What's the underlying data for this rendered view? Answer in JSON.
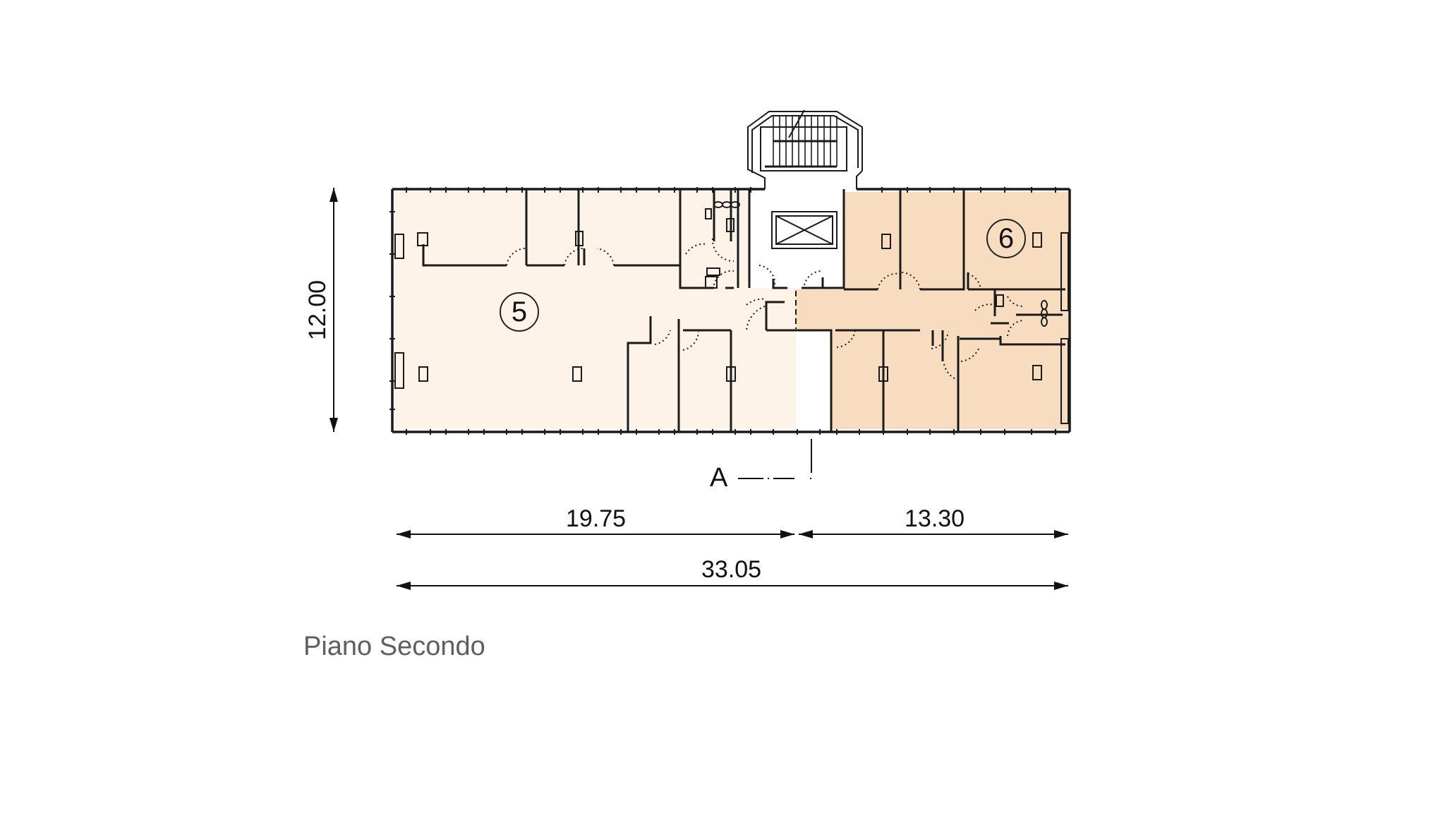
{
  "drawing": {
    "caption": "Piano Secondo",
    "units": [
      {
        "id": "unit-5",
        "label": "5",
        "fill": "#fdf3e8"
      },
      {
        "id": "unit-6",
        "label": "6",
        "fill": "#f8dcc0"
      }
    ],
    "dimensions": {
      "height": "12.00",
      "left_width": "19.75",
      "right_width": "13.30",
      "total_width": "33.05"
    },
    "section_marker": "A",
    "colors": {
      "wall": "#1a1a1a",
      "unit_5": "#fdf3e8",
      "unit_6": "#f8dcc0",
      "caption": "#5f5f5f",
      "background": "#ffffff"
    }
  }
}
